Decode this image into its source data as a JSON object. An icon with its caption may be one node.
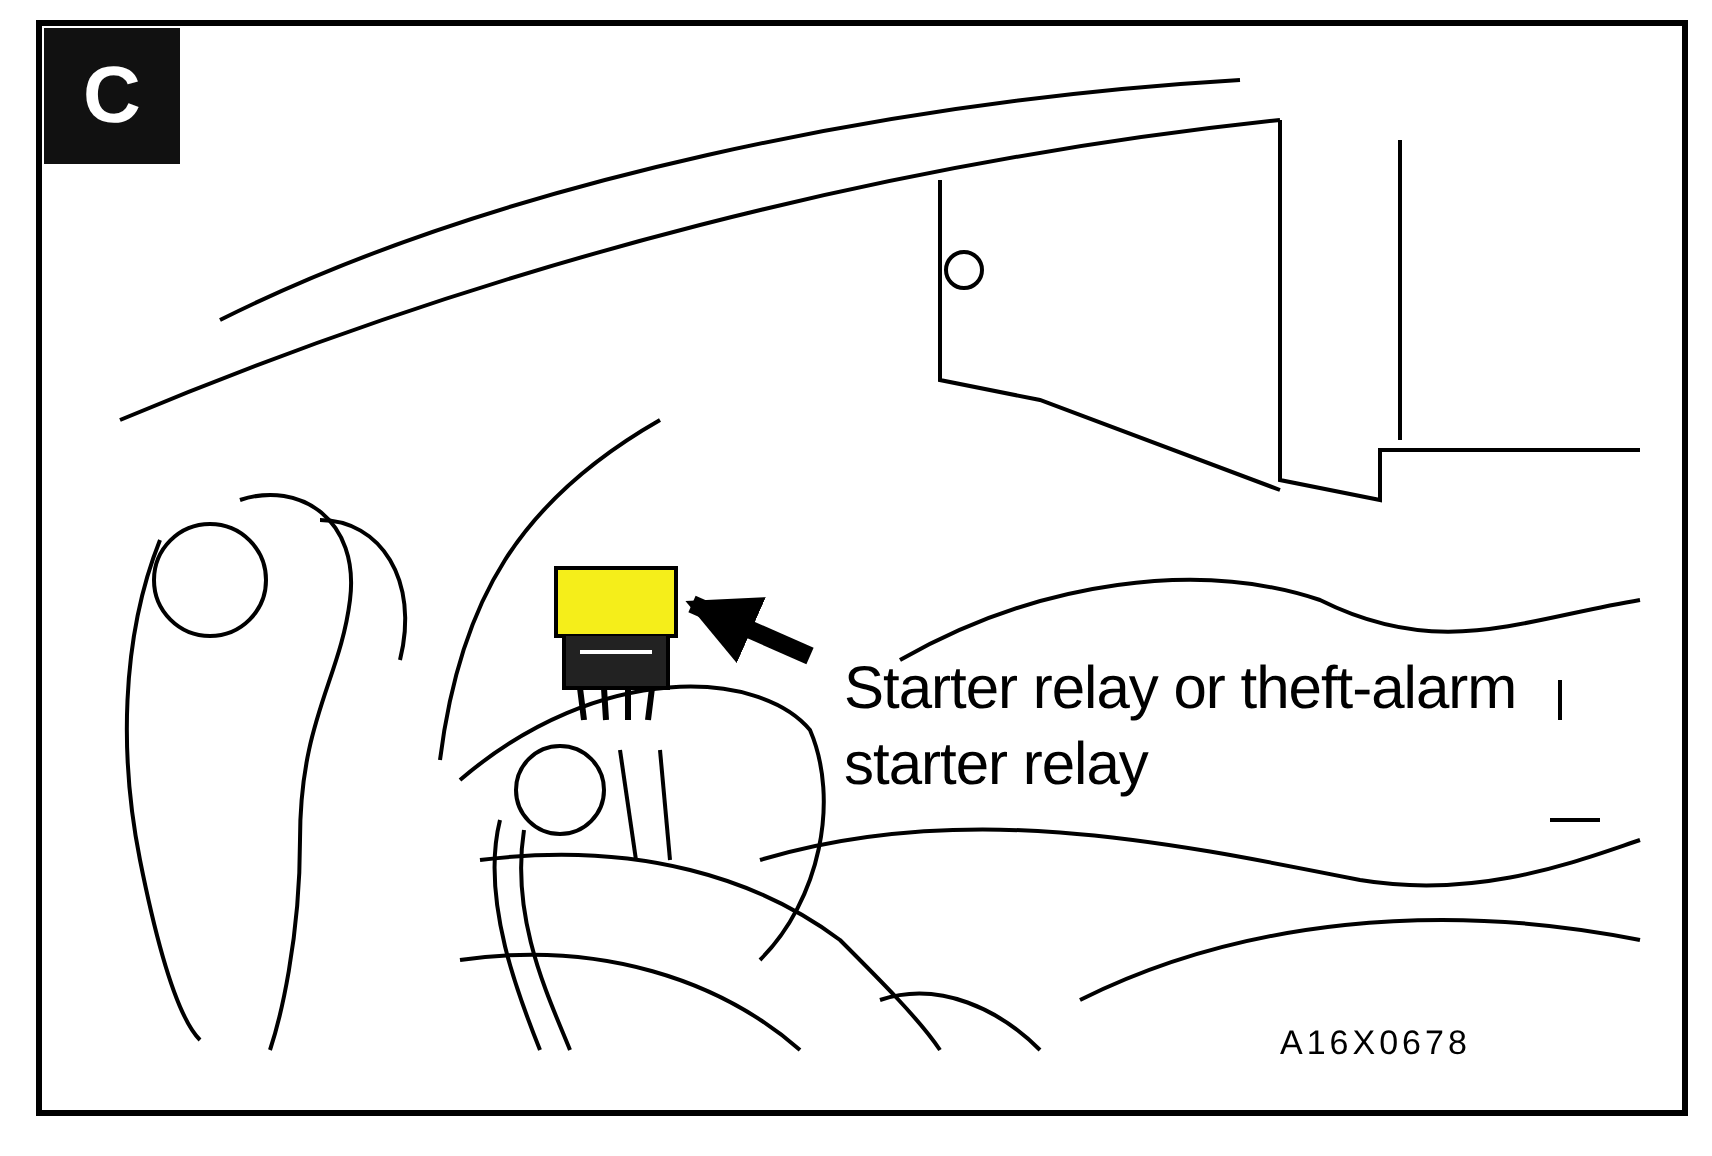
{
  "diagram": {
    "nodes": [
      {
        "text": [
          "Starter relay or theft-alarm starter relay"
        ]
      },
      {
        "text": [],
        "shape": "picture"
      }
    ],
    "edges": [
      {
        "from": 0,
        "to": 1,
        "arrow": "to"
      }
    ],
    "labels": [
      "C",
      "A16X0678"
    ]
  }
}
